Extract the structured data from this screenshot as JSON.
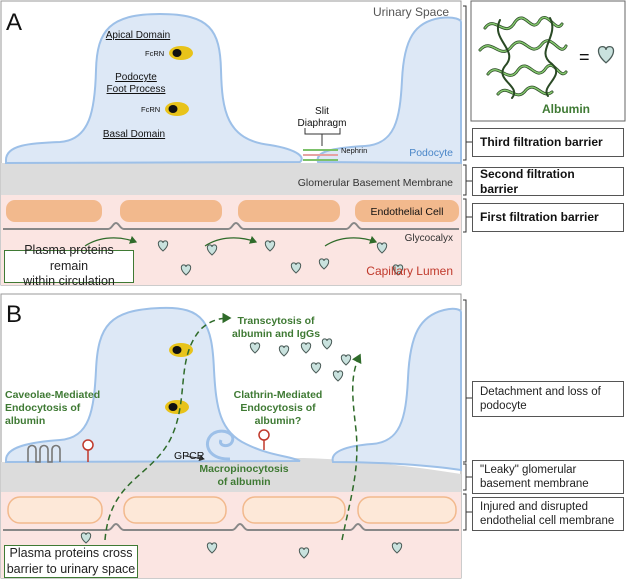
{
  "panel_a": {
    "letter": "A",
    "urinary_space": "Urinary Space",
    "apical_domain": "Apical Domain",
    "fcrn_1": "FcRN",
    "foot_process_1": "Podocyte",
    "foot_process_2": "Foot Process",
    "fcrn_2": "FcRN",
    "basal_domain": "Basal Domain",
    "slit_1": "Slit",
    "slit_2": "Diaphragm",
    "nephrin": "Nephrin",
    "podocyte": "Podocyte",
    "gbm": "Glomerular Basement Membrane",
    "endothelial_cell": "Endothelial Cell",
    "glycocalyx": "Glycocalyx",
    "capillary_lumen": "Capillary Lumen",
    "plasma_note_1": "Plasma proteins remain",
    "plasma_note_2": "within circulation",
    "albumin": "Albumin",
    "equals": "=",
    "barriers": [
      "Third filtration barrier",
      "Second filtration barrier",
      "First filtration barrier"
    ]
  },
  "panel_b": {
    "letter": "B",
    "transcytosis_1": "Transcytosis of",
    "transcytosis_2": "albumin and IgGs",
    "caveolae_1": "Caveolae-Mediated",
    "caveolae_2": "Endocytosis of",
    "caveolae_3": "albumin",
    "clathrin_1": "Clathrin-Mediated",
    "clathrin_2": "Endocytosis of",
    "clathrin_3": "albumin?",
    "gpcr": "GPCR",
    "macro_1": "Macropinocytosis",
    "macro_2": "of albumin",
    "plasma_note_1": "Plasma proteins cross",
    "plasma_note_2": "barrier to urinary space",
    "side_1": "Detachment and loss of podocyte",
    "side_2": "\"Leaky\" glomerular basement membrane",
    "side_3": "Injured and disrupted endothelial cell membrane"
  },
  "colors": {
    "podocyte_fill": "#dde8f6",
    "podocyte_stroke": "#9dc0e8",
    "gbm": "#dcdcdc",
    "endothelial": "#f2b98d",
    "lumen": "#fbe5e2",
    "label_green": "#3f7a34",
    "fcrn_yellow": "#e8c31a",
    "heart_fill": "#c9e2de"
  }
}
